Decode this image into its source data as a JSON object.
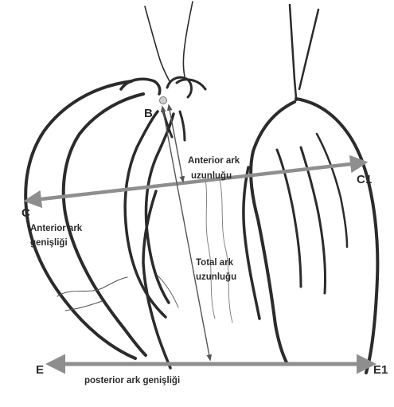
{
  "points": {
    "b": "B",
    "c": "C",
    "c1": "C1",
    "e": "E",
    "e1": "E1"
  },
  "captions": {
    "anterior_length_1": "Anterior ark",
    "anterior_length_2": "uzunluğu",
    "anterior_width_1": "Anterior ark",
    "anterior_width_2": "genişliği",
    "total_length_1": "Total ark",
    "total_length_2": "uzunluğu",
    "posterior_width": "posterior ark genişliği"
  },
  "colors": {
    "outline": "#2b2b2b",
    "measure_arrow": "#8e8e8e",
    "thin_line": "#555555"
  }
}
